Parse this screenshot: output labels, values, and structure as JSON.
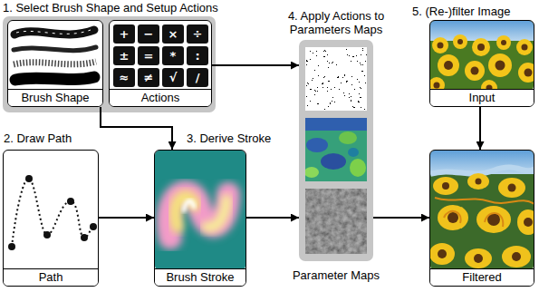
{
  "diagram": {
    "nodes": [
      {
        "text": [
          "1. Select Brush Shape and Setup Actions"
        ]
      },
      {
        "text": [
          "Brush Shape"
        ],
        "in": 0
      },
      {
        "text": [
          "Actions"
        ],
        "in": 0
      },
      {
        "text": [
          "4. Apply Actions to Parameters Maps",
          "Parameter Maps"
        ]
      },
      {
        "text": [
          "5. (Re-)filter Image",
          "Input"
        ]
      },
      {
        "text": [
          "2. Draw Path",
          "Path"
        ]
      },
      {
        "text": [
          "3. Derive Stroke",
          "Brush Stroke"
        ]
      },
      {
        "text": [
          "Filtered"
        ]
      }
    ],
    "edges": [
      {
        "from": 1,
        "to": 6,
        "arrow": "to"
      },
      {
        "from": 2,
        "to": 3,
        "arrow": "to"
      },
      {
        "from": 5,
        "to": 6,
        "arrow": "to"
      },
      {
        "from": 6,
        "to": 3,
        "arrow": "to"
      },
      {
        "from": 3,
        "to": 7,
        "arrow": "to"
      },
      {
        "from": 4,
        "to": 7,
        "arrow": "to"
      }
    ],
    "labels": [
      "+",
      "−",
      "×",
      "÷",
      "±",
      "=",
      "*",
      ":",
      "≈",
      "≠",
      "√",
      "/"
    ]
  }
}
